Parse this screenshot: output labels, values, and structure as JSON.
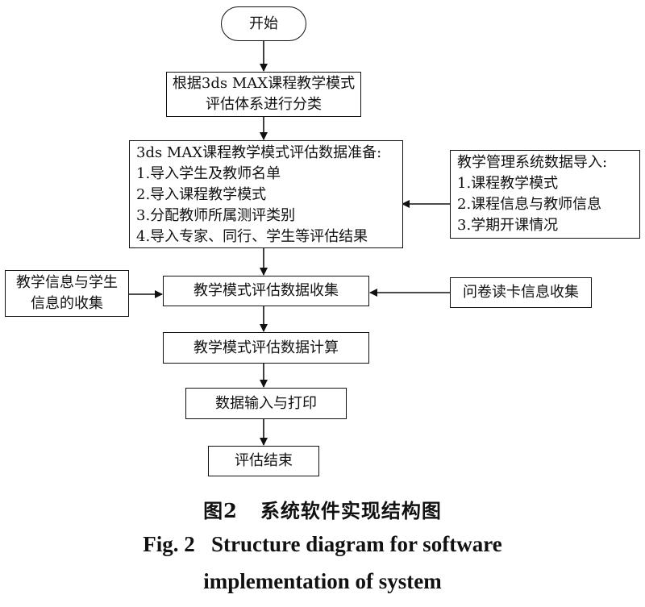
{
  "nodes": {
    "start": "开始",
    "classify": [
      "根据3ds MAX课程教学模式",
      "评估体系进行分类"
    ],
    "prepare": [
      "3ds MAX课程教学模式评估数据准备:",
      "1.导入学生及教师名单",
      "2.导入课程教学模式",
      "3.分配教师所属测评类别",
      "4.导入专家、同行、学生等评估结果"
    ],
    "import": [
      "教学管理系统数据导入:",
      "1.课程教学模式",
      "2.课程信息与教师信息",
      "3.学期开课情况"
    ],
    "teach_info": [
      "教学信息与学生",
      "信息的收集"
    ],
    "collect": "教学模式评估数据收集",
    "survey": "问卷读卡信息收集",
    "compute": "教学模式评估数据计算",
    "output": "数据输入与打印",
    "end": "评估结束"
  },
  "caption": {
    "cn": "图2   系统软件实现结构图",
    "en_line1": "Fig. 2   Structure diagram for software",
    "en_line2": "implementation of system"
  }
}
